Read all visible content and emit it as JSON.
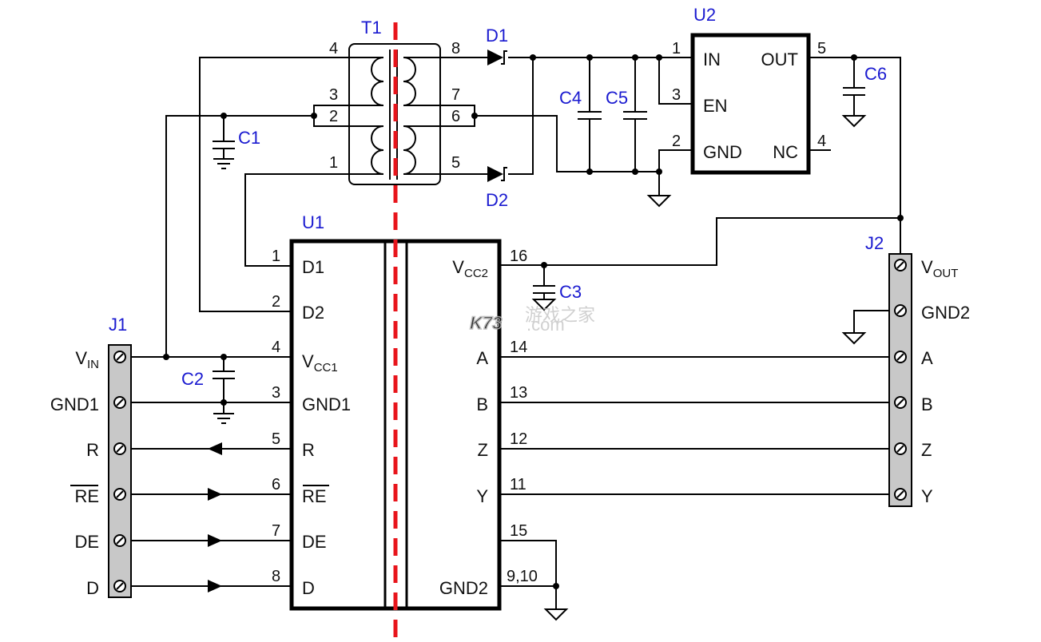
{
  "refs": {
    "t1": "T1",
    "d1": "D1",
    "d2": "D2",
    "u2": "U2",
    "u1": "U1",
    "c1": "C1",
    "c2": "C2",
    "c3": "C3",
    "c4": "C4",
    "c5": "C5",
    "c6": "C6",
    "j1": "J1",
    "j2": "J2"
  },
  "t1_pins": {
    "p4": "4",
    "p3": "3",
    "p2": "2",
    "p1": "1",
    "p8": "8",
    "p7": "7",
    "p6": "6",
    "p5": "5"
  },
  "u2": {
    "pins": {
      "in": "1",
      "en": "3",
      "gnd": "2",
      "out": "5",
      "nc": "4"
    },
    "labels": {
      "in": "IN",
      "en": "EN",
      "gnd": "GND",
      "out": "OUT",
      "nc": "NC"
    }
  },
  "u1": {
    "left_pins": [
      {
        "num": "1",
        "label": "D1"
      },
      {
        "num": "2",
        "label": "D2"
      },
      {
        "num": "4",
        "label": "V",
        "sub": "CC1"
      },
      {
        "num": "3",
        "label": "GND1"
      },
      {
        "num": "5",
        "label": "R"
      },
      {
        "num": "6",
        "label": "RE",
        "overline": true
      },
      {
        "num": "7",
        "label": "DE"
      },
      {
        "num": "8",
        "label": "D"
      }
    ],
    "right_pins": [
      {
        "num": "16",
        "label": "V",
        "sub": "CC2"
      },
      {
        "num": "14",
        "label": "A"
      },
      {
        "num": "13",
        "label": "B"
      },
      {
        "num": "12",
        "label": "Z"
      },
      {
        "num": "11",
        "label": "Y"
      },
      {
        "num": "15",
        "label": ""
      },
      {
        "num": "9,10",
        "label": "GND2"
      }
    ]
  },
  "j1_labels": [
    {
      "label": "V",
      "sub": "IN"
    },
    {
      "label": "GND1"
    },
    {
      "label": "R"
    },
    {
      "label": "RE",
      "overline": true
    },
    {
      "label": "DE"
    },
    {
      "label": "D"
    }
  ],
  "j2_labels": [
    {
      "label": "V",
      "sub": "OUT"
    },
    {
      "label": "GND2"
    },
    {
      "label": "A"
    },
    {
      "label": "B"
    },
    {
      "label": "Z"
    },
    {
      "label": "Y"
    }
  ],
  "watermark": {
    "logo": "K73",
    "sub": "游戏之家",
    "domain": ".com"
  },
  "colors": {
    "ref": "#1a1ad0",
    "barrier": "#e8141b",
    "terminal": "#c8c8c8"
  }
}
